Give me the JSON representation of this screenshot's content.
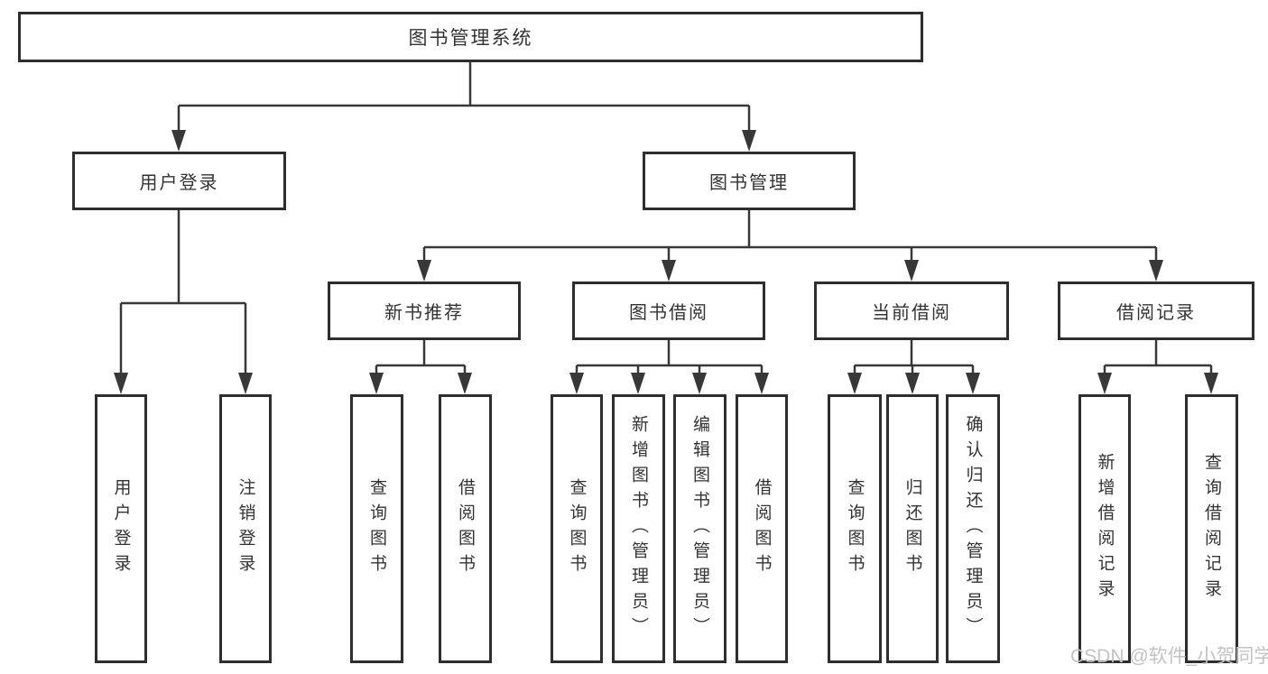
{
  "colors": {
    "bg": "#ffffff",
    "line": "#383838",
    "box-border": "#2e2e2e",
    "text": "#333333",
    "watermark": "#c3c3c3"
  },
  "watermark": {
    "text": "CSDN @软件_小贺同学"
  },
  "tree": {
    "root": {
      "label": "图书管理系统"
    },
    "branches": [
      {
        "label": "用户登录",
        "children": [
          {
            "label": "用户登录"
          },
          {
            "label": "注销登录"
          }
        ]
      },
      {
        "label": "图书管理",
        "sections": [
          {
            "label": "新书推荐",
            "children": [
              {
                "label": "查询图书"
              },
              {
                "label": "借阅图书"
              }
            ]
          },
          {
            "label": "图书借阅",
            "children": [
              {
                "label": "查询图书"
              },
              {
                "label": "新增图书（管理员）"
              },
              {
                "label": "编辑图书（管理员）"
              },
              {
                "label": "借阅图书"
              }
            ]
          },
          {
            "label": "当前借阅",
            "children": [
              {
                "label": "查询图书"
              },
              {
                "label": "归还图书"
              },
              {
                "label": "确认归还（管理员）"
              }
            ]
          },
          {
            "label": "借阅记录",
            "children": [
              {
                "label": "新增借阅记录"
              },
              {
                "label": "查询借阅记录"
              }
            ]
          }
        ]
      }
    ]
  }
}
